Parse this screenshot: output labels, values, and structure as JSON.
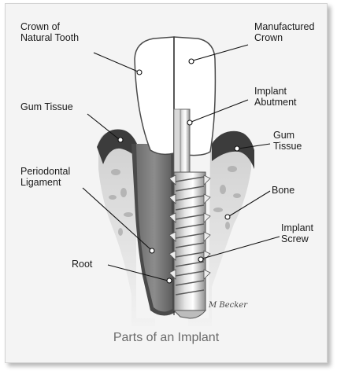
{
  "labels": {
    "crown_natural": [
      "Crown of",
      "Natural Tooth"
    ],
    "manufactured_crown": [
      "Manufactured",
      "Crown"
    ],
    "implant_abutment": [
      "Implant",
      "Abutment"
    ],
    "gum_left": "Gum Tissue",
    "gum_right": [
      "Gum",
      "Tissue"
    ],
    "periodontal": [
      "Periodontal",
      "Ligament"
    ],
    "bone": "Bone",
    "implant_screw": [
      "Implant",
      "Screw"
    ],
    "root": "Root"
  },
  "signature": "M Becker",
  "caption": "Parts of an Implant"
}
